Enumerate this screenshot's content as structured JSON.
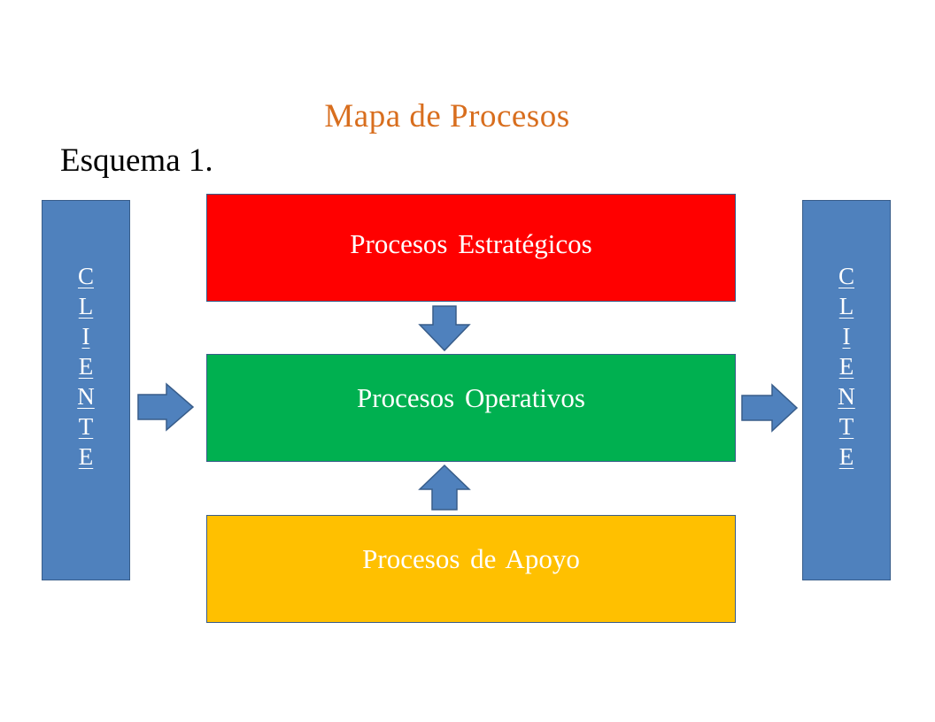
{
  "title": "Mapa de Procesos",
  "subtitle": "Esquema 1.",
  "client_left": {
    "label": "CLIENTE",
    "letters": [
      "C",
      "L",
      "I",
      "E",
      "N",
      "T",
      "E"
    ]
  },
  "client_right": {
    "label": "CLIENTE",
    "letters": [
      "C",
      "L",
      "I",
      "E",
      "N",
      "T",
      "E"
    ]
  },
  "processes": {
    "strategic": "Procesos Estratégicos",
    "operative": "Procesos Operativos",
    "support": "Procesos de Apoyo"
  },
  "colors": {
    "title": "#d86e1e",
    "client_bar": "#4f81bd",
    "arrow": "#4f81bd",
    "outline": "#385d8a",
    "strategic": "#ff0000",
    "operative": "#00b050",
    "support": "#ffc000"
  }
}
